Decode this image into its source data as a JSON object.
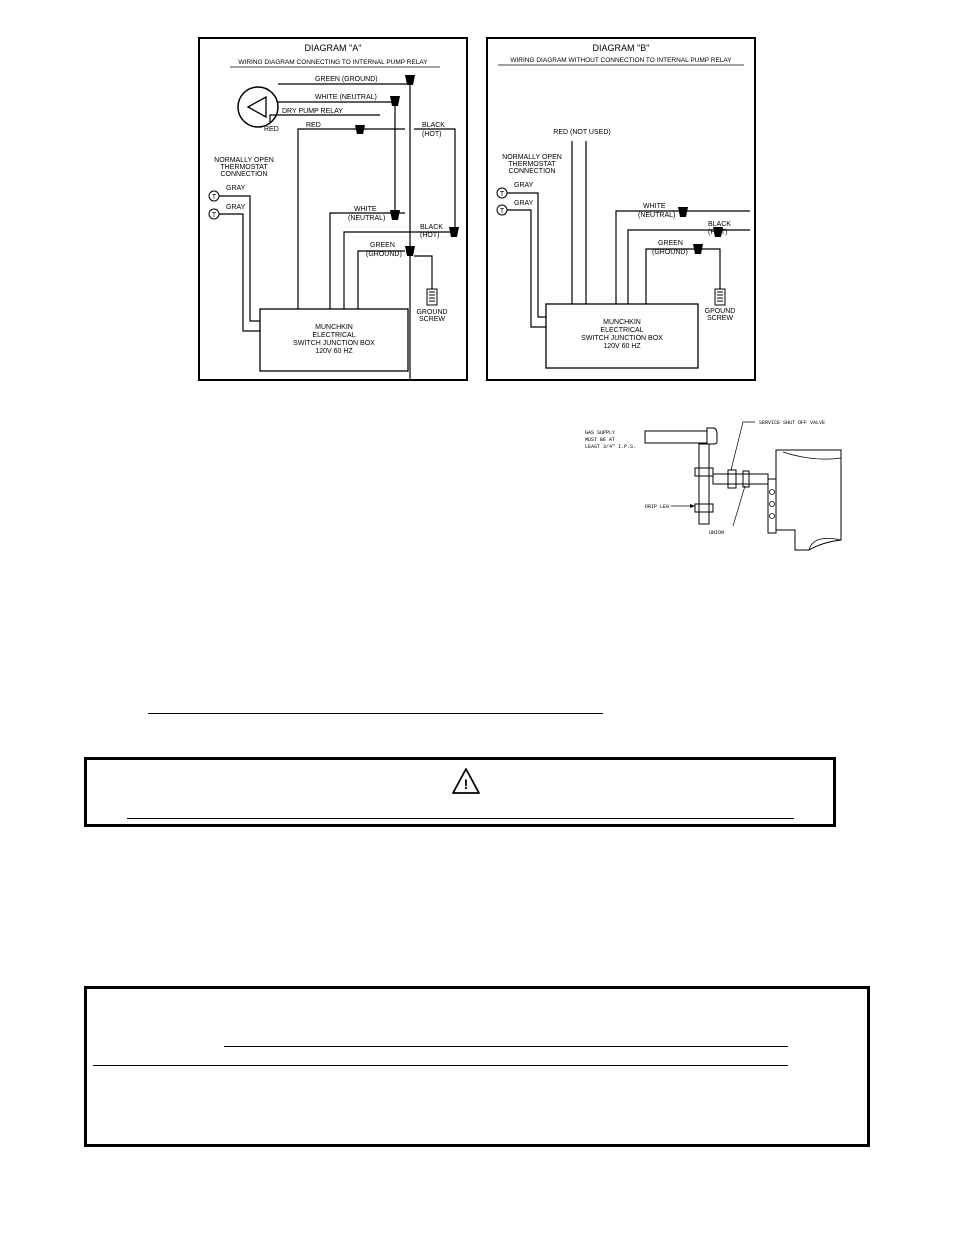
{
  "diagram_a": {
    "title": "DIAGRAM \"A\"",
    "subtitle": "WIRING DIAGRAM CONNECTING TO INTERNAL PUMP RELAY",
    "labels": {
      "green_ground_top": "GREEN (GROUND)",
      "white_neutral_top": "WHITE (NEUTRAL)",
      "dry_pump_relay": "DRY PUMP RELAY",
      "red_pump": "RED",
      "red_wire": "RED",
      "black_top": "BLACK",
      "hot_top": "(HOT)",
      "thermostat_1": "NORMALLY OPEN",
      "thermostat_2": "THERMOSTAT",
      "thermostat_3": "CONNECTION",
      "gray_1": "GRAY",
      "gray_2": "GRAY",
      "white": "WHITE",
      "neutral": "(NEUTRAL)",
      "black": "BLACK",
      "hot": "(HOT)",
      "green": "GREEN",
      "ground": "(GROUND)",
      "ground_screw_1": "GROUND",
      "ground_screw_2": "SCREW",
      "box_1": "MUNCHKIN",
      "box_2": "ELECTRICAL",
      "box_3": "SWITCH JUNCTION BOX",
      "box_4": "120V  60 HZ",
      "t_symbol": "T"
    }
  },
  "diagram_b": {
    "title": "DIAGRAM \"B\"",
    "subtitle": "WIRING DIAGRAM WITHOUT CONNECTION TO INTERNAL PUMP RELAY",
    "labels": {
      "red_not_used": "RED (NOT USED)",
      "thermostat_1": "NORMALLY OPEN",
      "thermostat_2": "THERMOSTAT",
      "thermostat_3": "CONNECTION",
      "gray_1": "GRAY",
      "gray_2": "GRAY",
      "white": "WHITE",
      "neutral": "(NEUTRAL)",
      "black": "BLACK",
      "hot": "(HOT)",
      "green": "GREEN",
      "ground": "(GROUND)",
      "ground_screw_1": "GPOUND",
      "ground_screw_2": "SCREW",
      "box_1": "MUNCHKIN",
      "box_2": "ELECTRICAL",
      "box_3": "SWITCH JUNCTION BOX",
      "box_4": "120V  60 HZ",
      "t_symbol": "T"
    }
  },
  "gas_figure": {
    "supply_1": "GAS SUPPLY",
    "supply_2": "MUST BE AT",
    "supply_3": "LEAST 3/4\" I.P.S.",
    "shutoff": "SERVICE SHUT OFF VALVE",
    "drip_leg": "DRIP LEG",
    "union": "UNION"
  },
  "warning_box": {
    "icon": "warning-triangle-icon",
    "symbol": "!"
  }
}
